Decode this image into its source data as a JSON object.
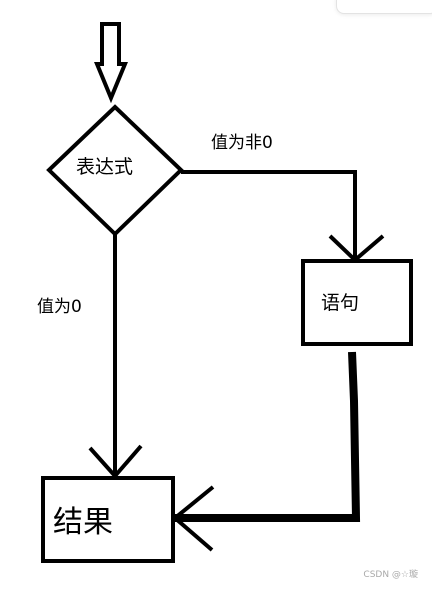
{
  "nodes": {
    "expression": "表达式",
    "statement": "语句",
    "result": "结果"
  },
  "edges": {
    "nonzero_label": "值为非0",
    "zero_label": "值为0"
  },
  "watermark": "CSDN @☆璇"
}
